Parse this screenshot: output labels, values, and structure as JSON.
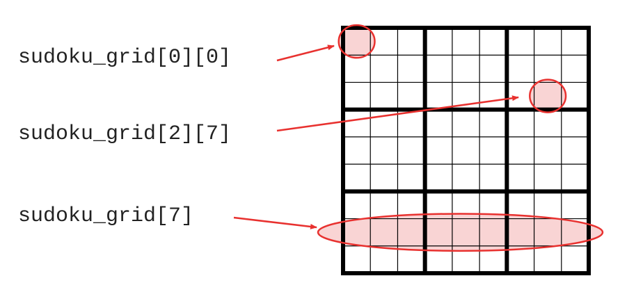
{
  "labels": {
    "cell_0_0": "sudoku_grid[0][0]",
    "cell_2_7": "sudoku_grid[2][7]",
    "row_7": "sudoku_grid[7]"
  },
  "grid": {
    "rows": 9,
    "cols": 9,
    "box_size": 3
  },
  "highlights": [
    {
      "target": "cell",
      "row": 0,
      "col": 0
    },
    {
      "target": "cell",
      "row": 2,
      "col": 7
    },
    {
      "target": "row",
      "row": 7
    }
  ],
  "colors": {
    "grid_line": "#000000",
    "highlight_fill": "#f9d4d4",
    "highlight_stroke": "#e8312f",
    "arrow": "#e8312f",
    "text": "#222222"
  }
}
